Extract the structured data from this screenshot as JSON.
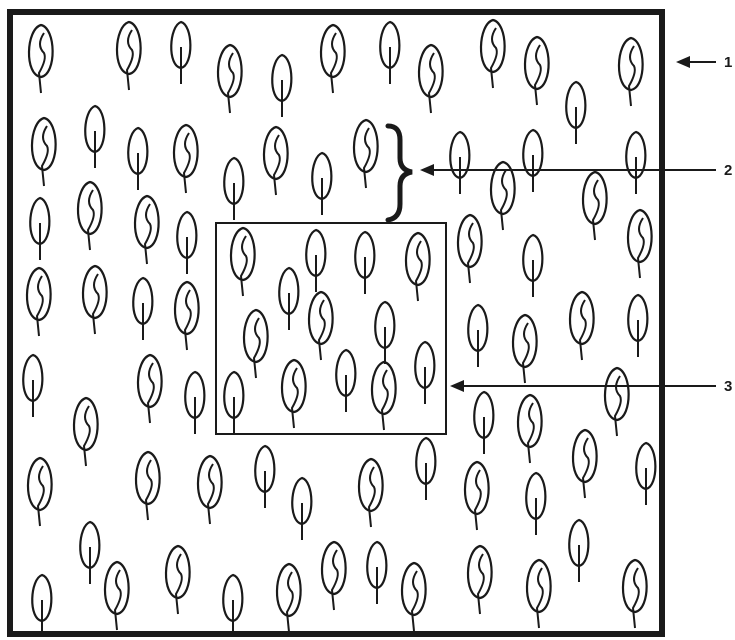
{
  "labels": {
    "label_1": "1",
    "label_2": "2",
    "label_3": "3"
  },
  "colors": {
    "ink": "#1a1a1a",
    "background": "#ffffff"
  },
  "icons": {
    "tree": "tree-icon",
    "brace": "curly-brace-icon",
    "arrow": "arrow-left-icon"
  }
}
